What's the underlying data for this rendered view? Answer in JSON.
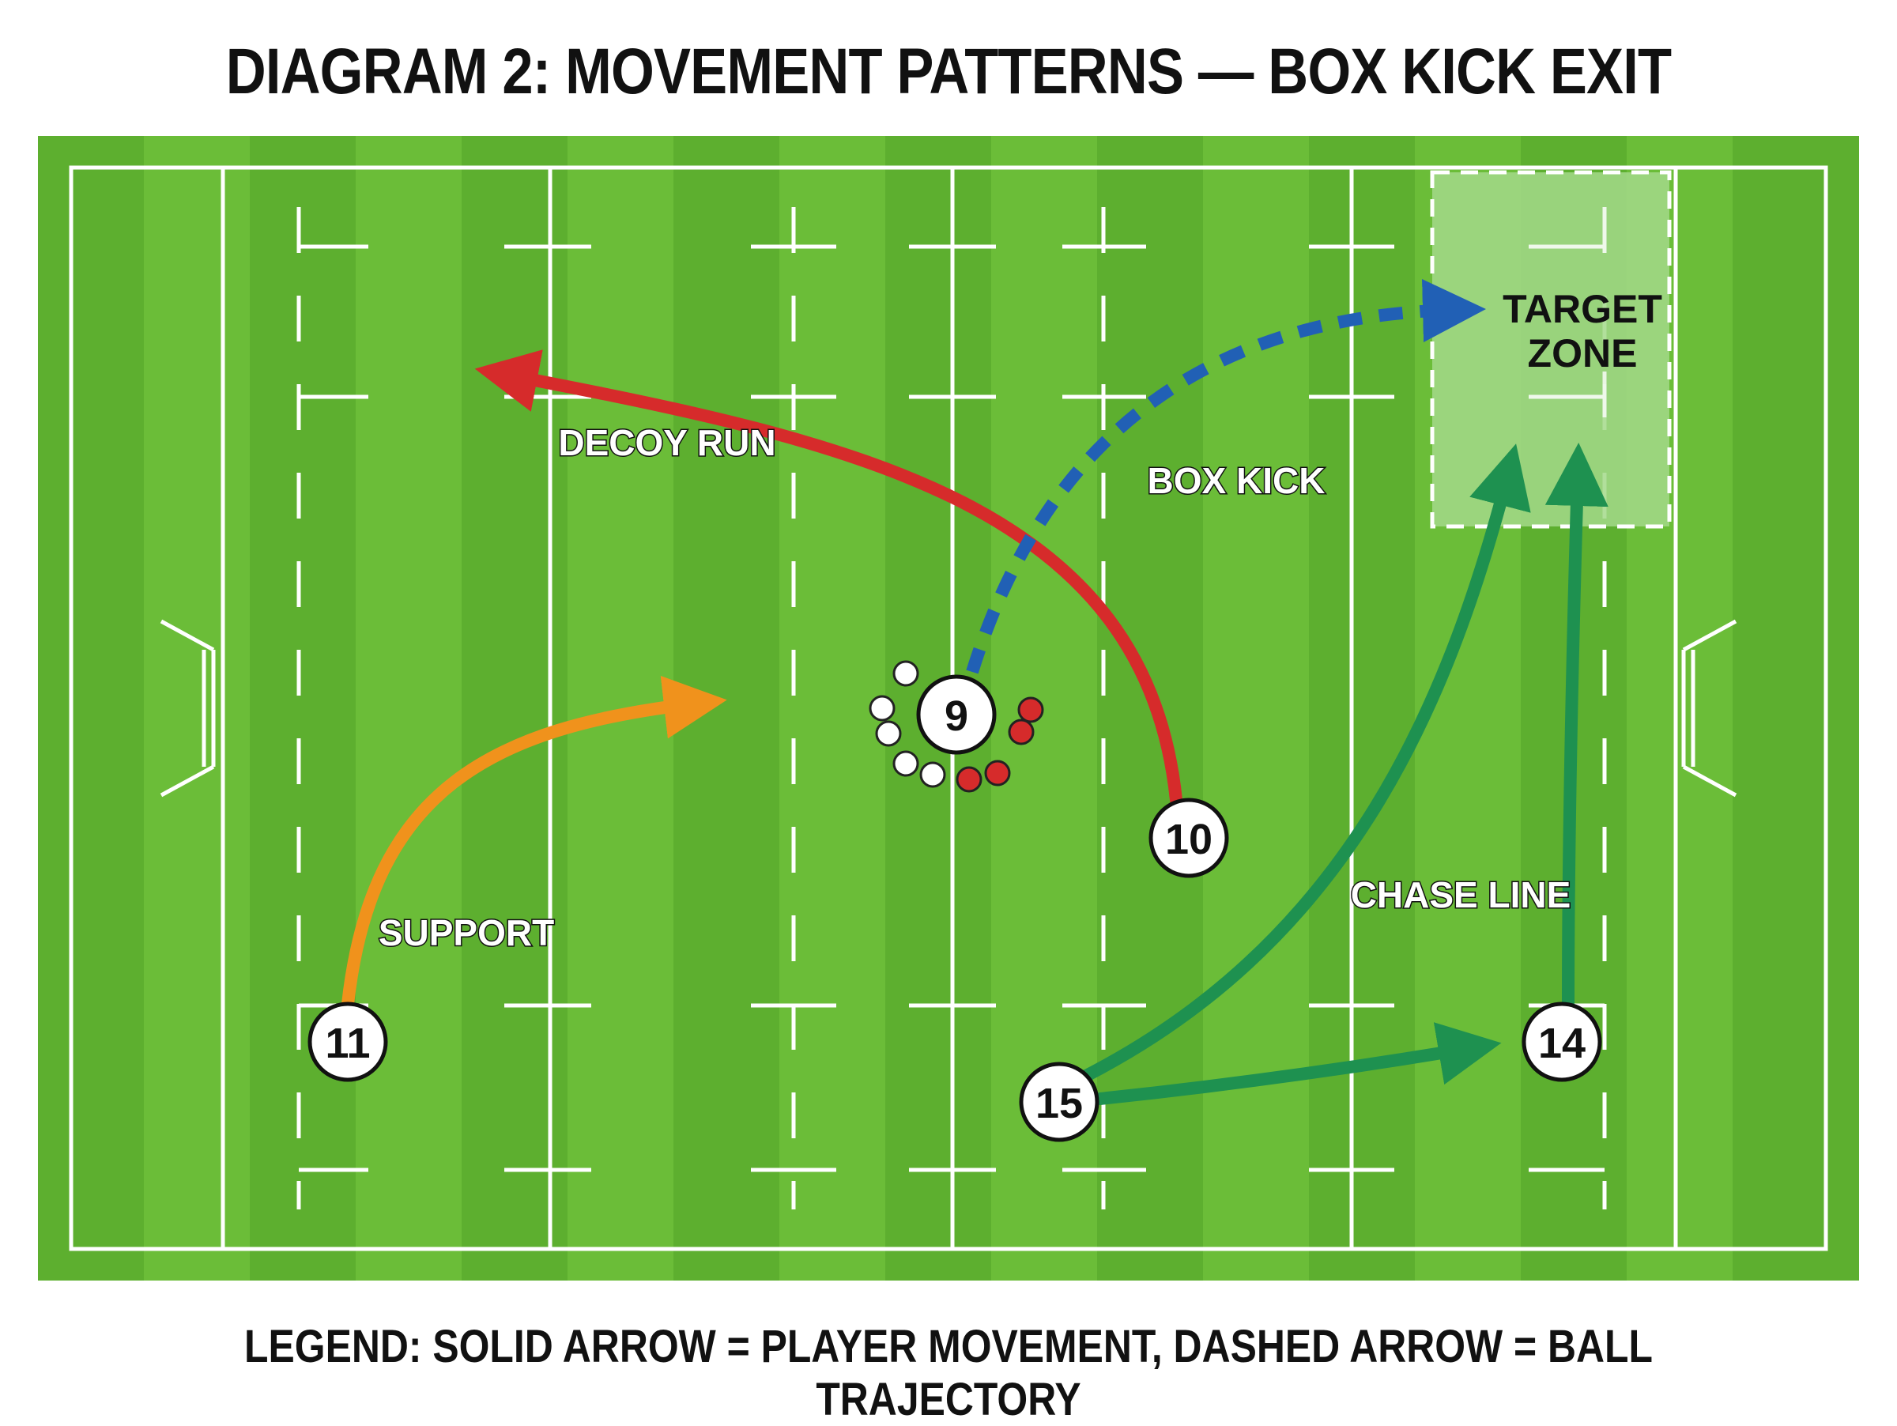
{
  "title": "DIAGRAM 2: MOVEMENT PATTERNS — BOX KICK EXIT",
  "legend": "LEGEND: SOLID ARROW = PLAYER MOVEMENT, DASHED ARROW = BALL TRAJECTORY",
  "colors": {
    "pitch_light": "#6bbd38",
    "pitch_dark": "#5daf2f",
    "lines": "#ffffff",
    "decoy_run": "#d62b2b",
    "box_kick": "#2160b5",
    "support": "#f0921c",
    "chase_line": "#1e9150",
    "target_zone": "#a3d98a"
  },
  "zone": {
    "line1": "TARGET",
    "line2": "ZONE"
  },
  "labels": {
    "decoy_run": "DECOY RUN",
    "box_kick": "BOX KICK",
    "support": "SUPPORT",
    "chase_line": "CHASE LINE"
  },
  "players": {
    "p9": "9",
    "p10": "10",
    "p11": "11",
    "p14": "14",
    "p15": "15"
  }
}
